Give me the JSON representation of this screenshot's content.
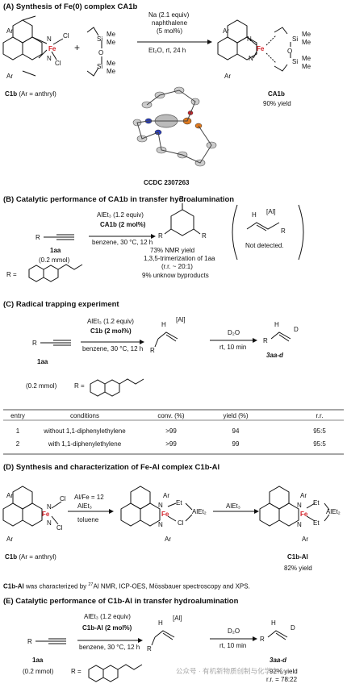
{
  "sectionA": {
    "title": "(A) Synthesis of Fe(0) complex CA1b",
    "reagent1": "Na (2.1 equiv)",
    "reagent2": "naphthalene",
    "reagent3": "(5 mol%)",
    "conditions": "Et₂O, rt, 24 h",
    "c1b_label": "C1b",
    "c1b_ar": "(Ar = anthryl)",
    "product_label": "CA1b",
    "product_yield": "90% yield",
    "ccdc": "CCDC 2307263",
    "plus": "+",
    "fe": "Fe",
    "n": "N",
    "cl": "Cl",
    "ar": "Ar",
    "si": "Si",
    "o": "O",
    "me": "Me"
  },
  "sectionB": {
    "title": "(B) Catalytic performance of CA1b in transfer hydroalumination",
    "reagent1": "AlEt₃ (1.2 equiv)",
    "catalyst": "CA1b (2 mol%)",
    "conditions": "benzene, 30 °C, 12 h",
    "substrate": "1aa",
    "substrate_amount": "(0.2 mmol)",
    "r_label": "R =",
    "result1": "73% NMR yield",
    "result2": "1,3,5-trimerization of 1aa",
    "result3": "(r.r. ~ 20:1)",
    "result4": "9% unknow byproducts",
    "not_detected": "Not detected.",
    "al": "[Al]",
    "h": "H",
    "r": "R"
  },
  "sectionC": {
    "title": "(C) Radical trapping experiment",
    "reagent1": "AlEt₃ (1.2 equiv)",
    "catalyst": "C1b (2 mol%)",
    "conditions": "benzene, 30 °C, 12 h",
    "step2_reagent": "D₂O",
    "step2_conditions": "rt, 10 min",
    "substrate": "1aa",
    "substrate_amount": "(0.2 mmol)",
    "r_label": "R =",
    "product": "3aa-d",
    "d": "D",
    "table": {
      "headers": [
        "entry",
        "conditions",
        "conv. (%)",
        "yield (%)",
        "r.r."
      ],
      "rows": [
        [
          "1",
          "without 1,1-diphenylethylene",
          ">99",
          "94",
          "95:5"
        ],
        [
          "2",
          "with 1,1-diphenylethylene",
          ">99",
          "99",
          "95:5"
        ]
      ]
    }
  },
  "sectionD": {
    "title": "(D) Synthesis and characterization of Fe-Al complex C1b-Al",
    "ratio": "Al/Fe = 12",
    "reagent1": "AlEt₃",
    "solvent": "toluene",
    "reagent2": "AlEt₃",
    "c1b_label": "C1b",
    "c1b_ar": "(Ar = anthryl)",
    "product_label": "C1b-Al",
    "product_yield": "82% yield",
    "et": "Et",
    "aliet2": "AlEt₂",
    "characterization_bold": "C1b-Al",
    "characterization_text1": " was characterized by ",
    "characterization_sup": "27",
    "characterization_text2": "Al NMR, ICP-OES, Mössbauer spectroscopy and XPS."
  },
  "sectionE": {
    "title": "(E) Catalytic performance of C1b-Al in transfer hydroalumination",
    "reagent1": "AlEt₃ (1.2 equiv)",
    "catalyst": "C1b-Al (2 mol%)",
    "conditions": "benzene, 30 °C, 12 h",
    "step2_reagent": "D₂O",
    "step2_conditions": "rt, 10 min",
    "substrate": "1aa",
    "substrate_amount": "(0.2 mmol)",
    "r_label": "R =",
    "product": "3aa-d",
    "product_yield": "92% yield",
    "product_rr": "r.r. = 78:22"
  },
  "watermark": "公众号 · 有机新物质创制与化学中心",
  "colors": {
    "fe": "#d3232a",
    "n": "#1f3fbf",
    "text": "#111111"
  }
}
